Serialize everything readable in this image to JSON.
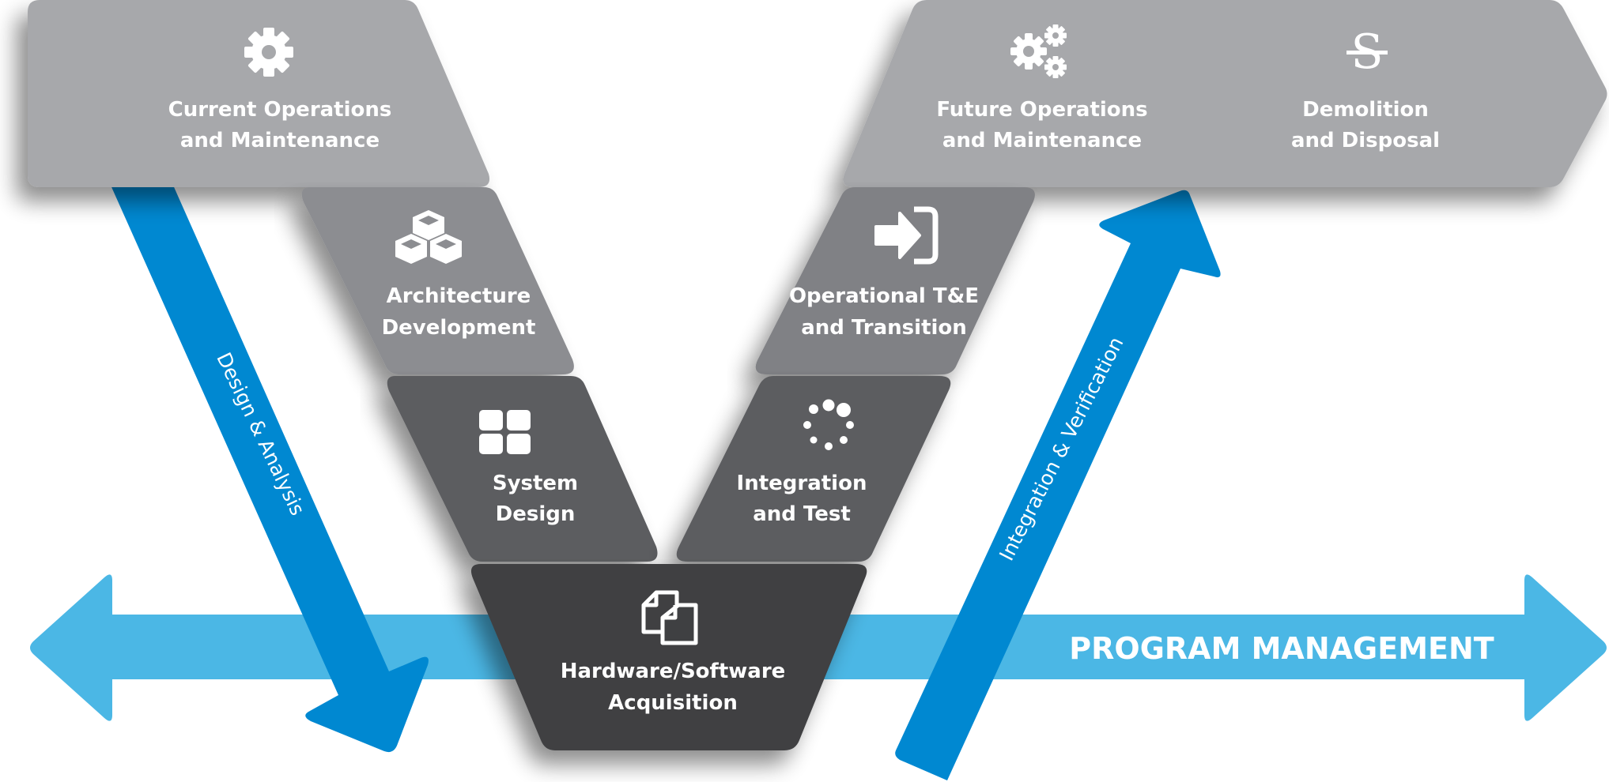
{
  "diagram": {
    "title": "Systems Engineering V-Model",
    "colors": {
      "top_gray": "#a7a8ab",
      "mid_gray": "#8c8d91",
      "dark_gray": "#5c5d60",
      "darkest_gray": "#3f4042",
      "diagonal_blue": "#0088d1",
      "band_blue": "#4bb7e5",
      "text": "#ffffff"
    },
    "stages": [
      {
        "id": "current-ops",
        "icon": "gear-icon",
        "lines": [
          "Current Operations",
          "and Maintenance"
        ]
      },
      {
        "id": "architecture",
        "icon": "cubes-icon",
        "lines": [
          "Architecture",
          "Development"
        ]
      },
      {
        "id": "system-design",
        "icon": "grid-icon",
        "lines": [
          "System",
          "Design"
        ]
      },
      {
        "id": "hw-sw",
        "icon": "documents-icon",
        "lines": [
          "Hardware/Software",
          "Acquisition"
        ]
      },
      {
        "id": "integration-test",
        "icon": "loading-dots-icon",
        "lines": [
          "Integration",
          "and Test"
        ]
      },
      {
        "id": "operational-te",
        "icon": "sign-in-icon",
        "lines": [
          "Operational T&E",
          "and Transition"
        ]
      },
      {
        "id": "future-ops",
        "icon": "gears-icon",
        "lines": [
          "Future Operations",
          "and Maintenance"
        ]
      },
      {
        "id": "demolition",
        "icon": "strikethrough-s-icon",
        "lines": [
          "Demolition",
          "and Disposal"
        ]
      }
    ],
    "arrows": {
      "left_diagonal": "Design & Analysis",
      "right_diagonal": "Integration & Verification",
      "band": "PROGRAM MANAGEMENT"
    }
  }
}
